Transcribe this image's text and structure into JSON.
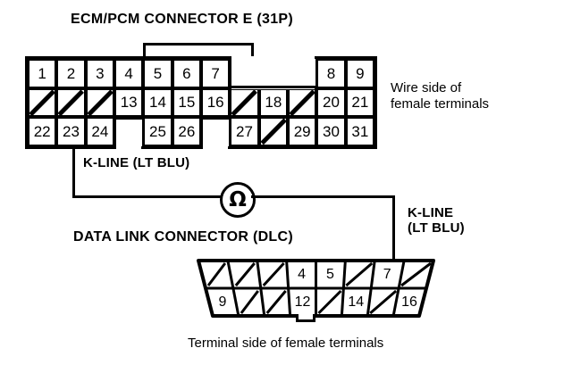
{
  "diagram": {
    "ecm": {
      "title": "ECM/PCM CONNECTOR E (31P)",
      "side_caption_line1": "Wire side of",
      "side_caption_line2": "female terminals",
      "rows": [
        [
          {
            "label": "1",
            "type": "num"
          },
          {
            "label": "2",
            "type": "num"
          },
          {
            "label": "3",
            "type": "num"
          },
          {
            "label": "4",
            "type": "num"
          },
          {
            "label": "5",
            "type": "num"
          },
          {
            "label": "6",
            "type": "num"
          },
          {
            "label": "7",
            "type": "num"
          },
          {
            "label": "",
            "type": "absent"
          },
          {
            "label": "",
            "type": "absent"
          },
          {
            "label": "",
            "type": "absent"
          },
          {
            "label": "8",
            "type": "num"
          },
          {
            "label": "9",
            "type": "num"
          }
        ],
        [
          {
            "label": "",
            "type": "blocked"
          },
          {
            "label": "",
            "type": "blocked"
          },
          {
            "label": "",
            "type": "blocked"
          },
          {
            "label": "13",
            "type": "num"
          },
          {
            "label": "14",
            "type": "num"
          },
          {
            "label": "15",
            "type": "num"
          },
          {
            "label": "16",
            "type": "num"
          },
          {
            "label": "",
            "type": "blocked"
          },
          {
            "label": "18",
            "type": "num"
          },
          {
            "label": "",
            "type": "blocked"
          },
          {
            "label": "20",
            "type": "num"
          },
          {
            "label": "21",
            "type": "num"
          }
        ],
        [
          {
            "label": "22",
            "type": "num"
          },
          {
            "label": "23",
            "type": "num"
          },
          {
            "label": "24",
            "type": "num"
          },
          {
            "label": "",
            "type": "absent"
          },
          {
            "label": "25",
            "type": "num"
          },
          {
            "label": "26",
            "type": "num"
          },
          {
            "label": "",
            "type": "absent"
          },
          {
            "label": "27",
            "type": "num"
          },
          {
            "label": "",
            "type": "blocked"
          },
          {
            "label": "29",
            "type": "num"
          },
          {
            "label": "30",
            "type": "num"
          },
          {
            "label": "31",
            "type": "num"
          }
        ]
      ]
    },
    "dlc": {
      "title": "DATA LINK CONNECTOR (DLC)",
      "caption": "Terminal side of female terminals",
      "rows": [
        [
          {
            "label": "",
            "type": "blocked"
          },
          {
            "label": "",
            "type": "blocked"
          },
          {
            "label": "",
            "type": "blocked"
          },
          {
            "label": "4",
            "type": "num"
          },
          {
            "label": "5",
            "type": "num"
          },
          {
            "label": "",
            "type": "blocked"
          },
          {
            "label": "7",
            "type": "num"
          },
          {
            "label": "",
            "type": "blocked"
          }
        ],
        [
          {
            "label": "9",
            "type": "num"
          },
          {
            "label": "",
            "type": "blocked"
          },
          {
            "label": "",
            "type": "blocked"
          },
          {
            "label": "12",
            "type": "num"
          },
          {
            "label": "",
            "type": "blocked"
          },
          {
            "label": "14",
            "type": "num"
          },
          {
            "label": "",
            "type": "blocked"
          },
          {
            "label": "16",
            "type": "num"
          }
        ]
      ]
    },
    "wires": {
      "left_label": "K-LINE (LT BLU)",
      "right_label_line1": "K-LINE",
      "right_label_line2": "(LT BLU)",
      "meter_symbol": "Ω"
    },
    "colors": {
      "ink": "#000000",
      "paper": "#ffffff"
    }
  }
}
